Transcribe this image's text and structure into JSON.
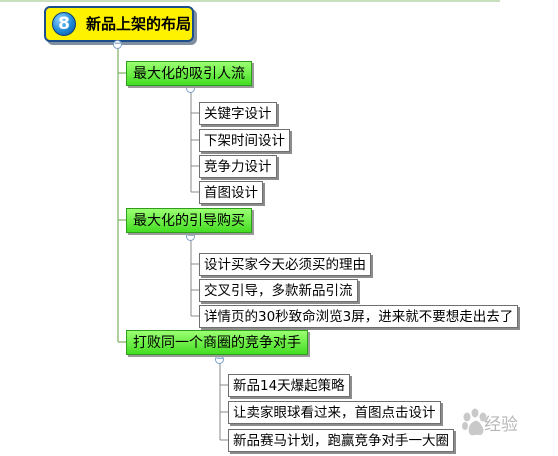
{
  "root": {
    "badge": "8",
    "label": "新品上架的布局"
  },
  "branches": [
    {
      "label": "最大化的吸引人流",
      "children": [
        "关键字设计",
        "下架时间设计",
        "竞争力设计",
        "首图设计"
      ]
    },
    {
      "label": "最大化的引导购买",
      "children": [
        "设计买家今天必须买的理由",
        "交叉引导，多款新品引流",
        "详情页的30秒致命浏览3屏，进来就不要想走出去了"
      ]
    },
    {
      "label": "打败同一个商圈的竞争对手",
      "children": [
        "新品14天爆起策略",
        "让卖家眼球看过来，首图点击设计",
        "新品赛马计划，跑赢竞争对手一大圈"
      ]
    }
  ],
  "toggle_symbol": "−",
  "watermark": {
    "text": "经验",
    "icon": "baidu-paw-icon"
  },
  "colors": {
    "root_fill": "#fff200",
    "branch_fill": "#44dd22",
    "line": "#7bb060"
  }
}
